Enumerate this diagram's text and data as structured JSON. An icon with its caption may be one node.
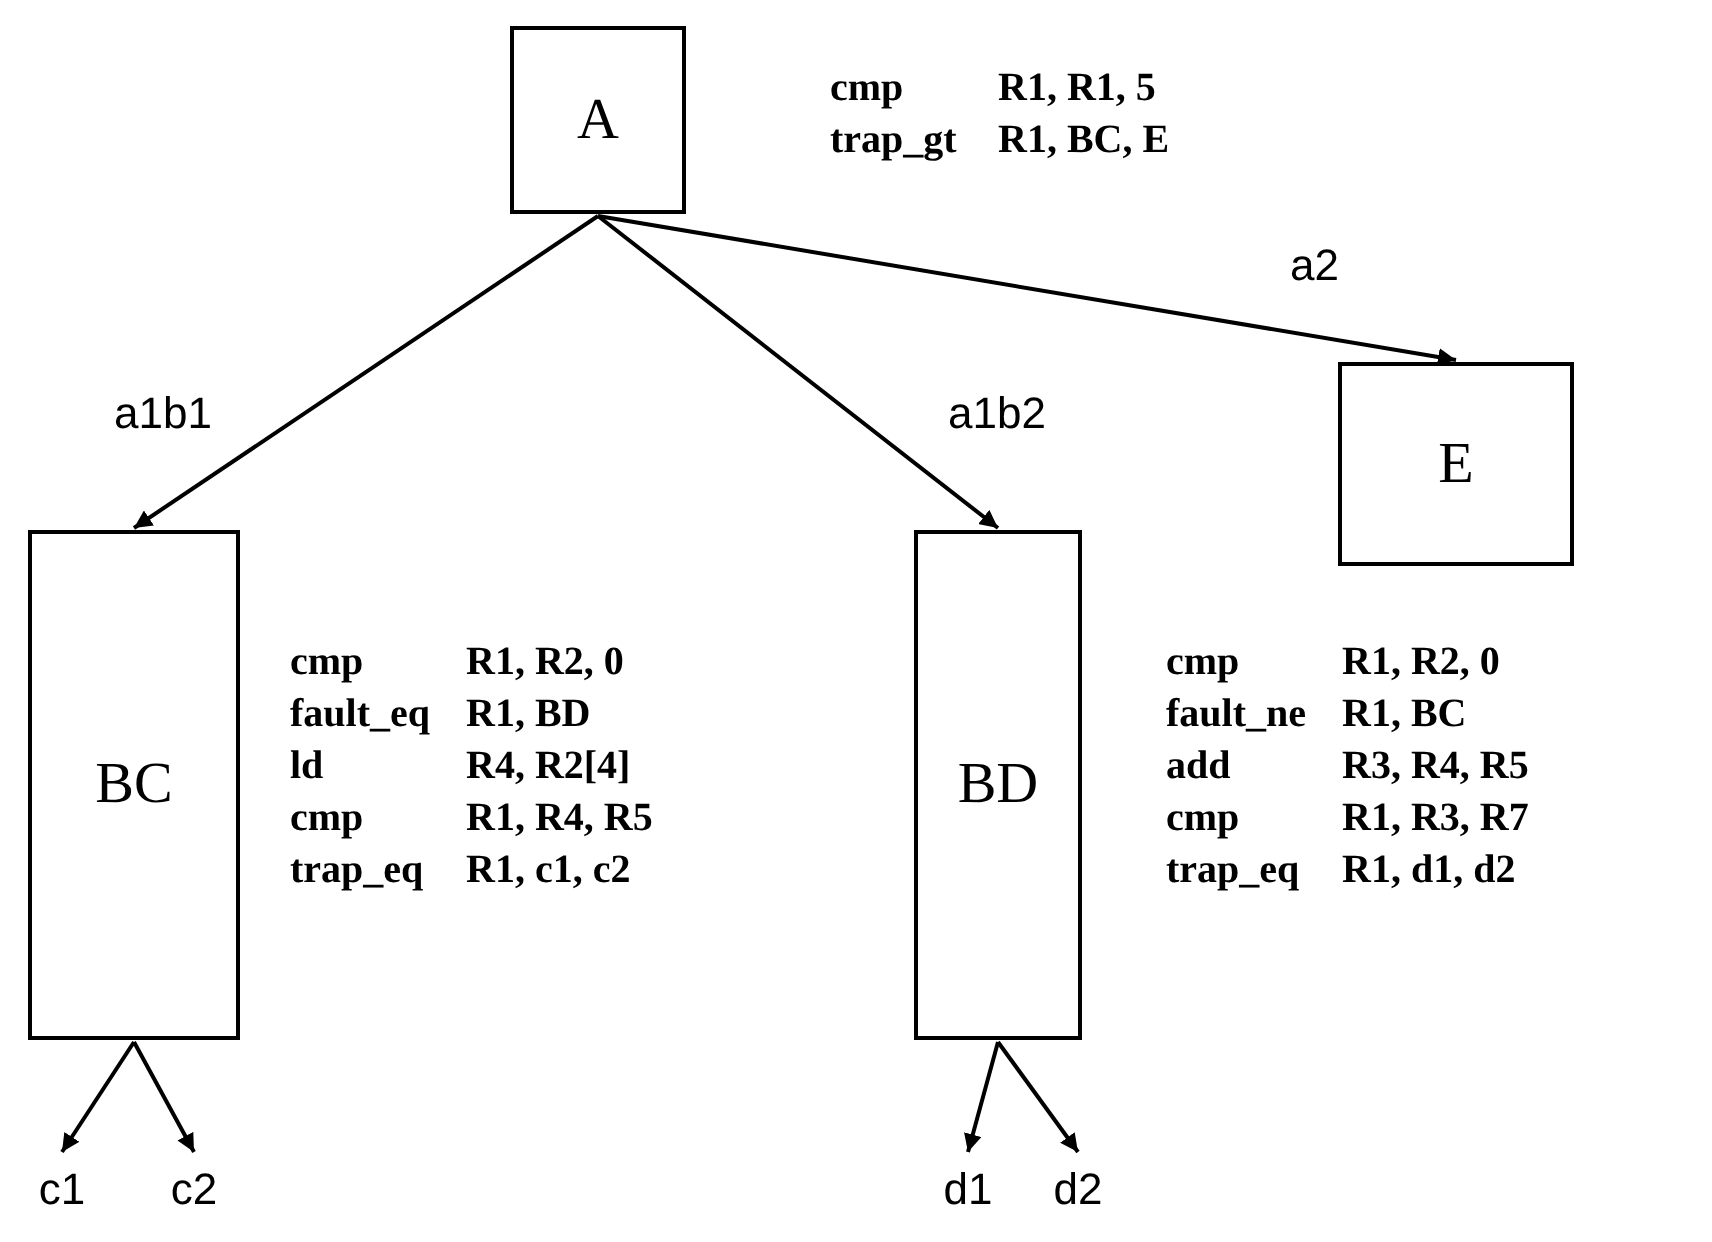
{
  "diagram": {
    "nodes": [
      {
        "text": [
          "A"
        ],
        "beside": [
          "cmp R1, R1, 5",
          "trap_gt R1, BC, E"
        ]
      },
      {
        "text": [
          "E"
        ]
      },
      {
        "text": [
          "BC"
        ],
        "beside": [
          "cmp R1, R2, 0",
          "fault_eq R1, BD",
          "ld R4, R2[4]",
          "cmp R1, R4, R5",
          "trap_eq R1, c1, c2"
        ]
      },
      {
        "text": [
          "BD"
        ],
        "beside": [
          "cmp R1, R2, 0",
          "fault_ne R1, BC",
          "add R3, R4, R5",
          "cmp R1, R3, R7",
          "trap_eq R1, d1, d2"
        ]
      },
      {
        "text": [
          "c1"
        ]
      },
      {
        "text": [
          "c2"
        ]
      },
      {
        "text": [
          "d1"
        ]
      },
      {
        "text": [
          "d2"
        ]
      }
    ],
    "edges": [
      {
        "from": 0,
        "to": 2,
        "arrow": "to",
        "label": "a1b1"
      },
      {
        "from": 0,
        "to": 3,
        "arrow": "to",
        "label": "a1b2"
      },
      {
        "from": 0,
        "to": 1,
        "arrow": "to",
        "label": "a2"
      },
      {
        "from": 2,
        "to": 4,
        "arrow": "to"
      },
      {
        "from": 2,
        "to": 5,
        "arrow": "to"
      },
      {
        "from": 3,
        "to": 6,
        "arrow": "to"
      },
      {
        "from": 3,
        "to": 7,
        "arrow": "to"
      }
    ]
  }
}
